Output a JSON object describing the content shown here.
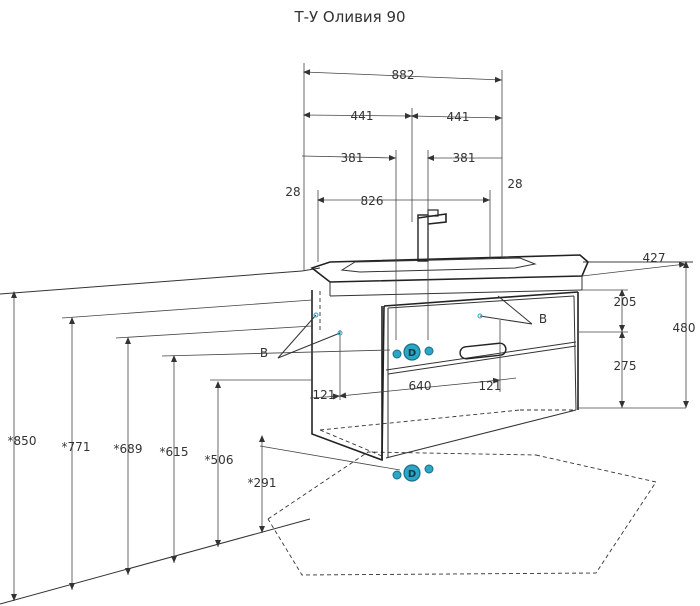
{
  "title": "Т-У Оливия 90",
  "dims": {
    "w882": "882",
    "w441a": "441",
    "w441b": "441",
    "w381a": "381",
    "w381b": "381",
    "w28a": "28",
    "w28b": "28",
    "w826": "826",
    "d427": "427",
    "h205": "205",
    "h480": "480",
    "h275": "275",
    "w121a": "121",
    "w640": "640",
    "w121b": "121",
    "h850": "*850",
    "h771": "*771",
    "h689": "*689",
    "h615": "*615",
    "h506": "*506",
    "h291": "*291"
  },
  "markers": {
    "b_left": "B",
    "b_right": "B",
    "drain": "D"
  },
  "colors": {
    "line": "#333333",
    "connection": "#2aa6c6",
    "connection_dark": "#1a6f86"
  }
}
